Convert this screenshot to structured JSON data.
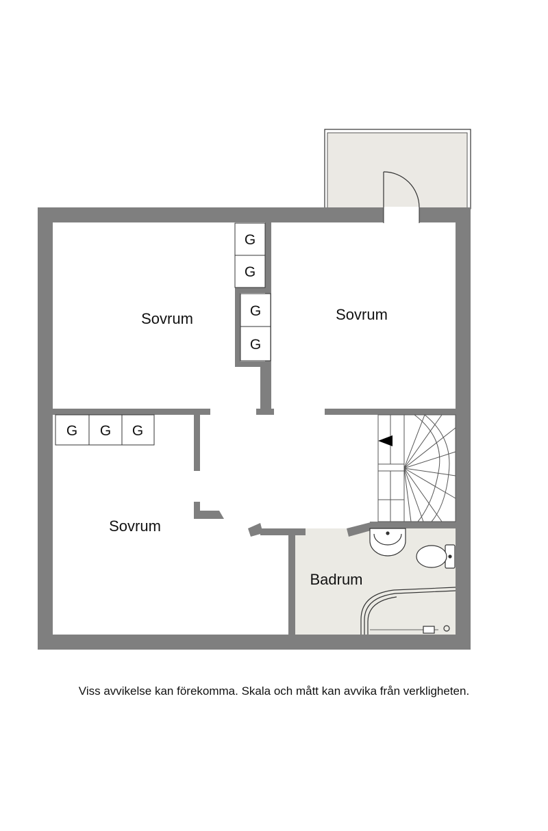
{
  "rooms": {
    "bedroom_top_left": "Sovrum",
    "bedroom_top_right": "Sovrum",
    "bedroom_bottom_left": "Sovrum",
    "bathroom": "Badrum"
  },
  "wardrobe_label": "G",
  "disclaimer": "Viss avvikelse kan förekomma. Skala och mått kan avvika från verkligheten.",
  "colors": {
    "wall": "#7f7f7f",
    "balcony_floor": "#ebe9e4",
    "bathroom_floor": "#ebeae4",
    "line": "#333333"
  }
}
